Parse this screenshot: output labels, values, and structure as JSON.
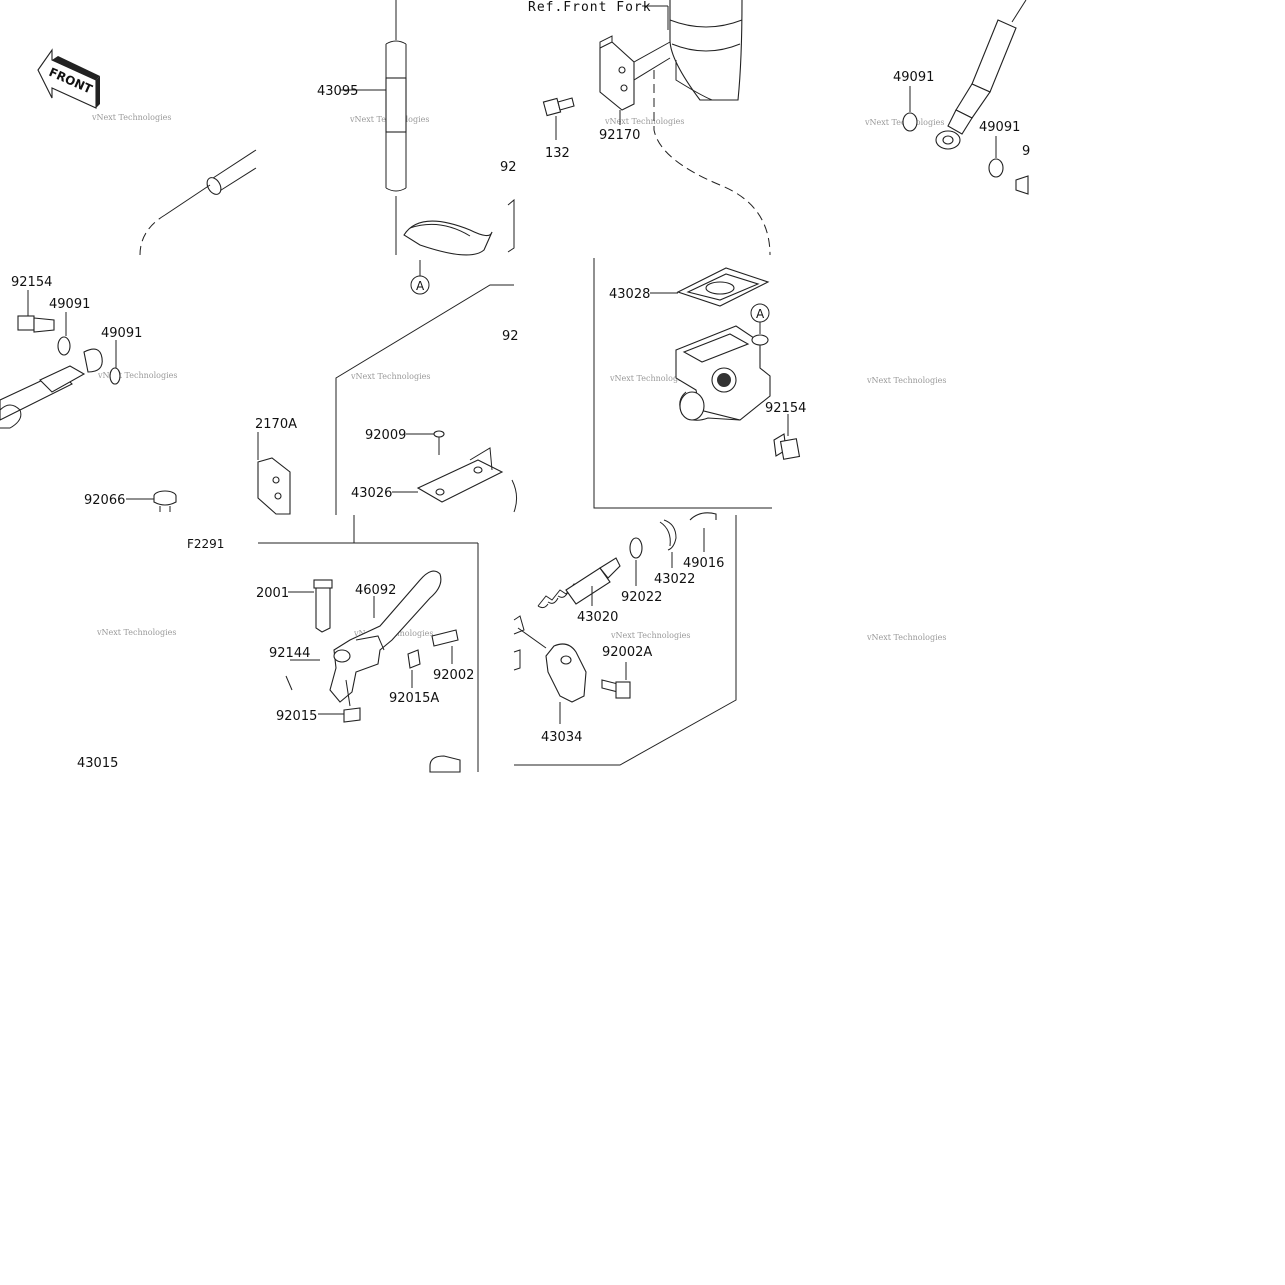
{
  "diagram": {
    "reference_text": "Ref.Front Fork",
    "figure_code": "F2291",
    "direction_badge": "FRONT",
    "callout_letter": "A",
    "watermark": "vNext Technologies",
    "part_numbers": {
      "p43095": "43095",
      "p132": "132",
      "p92170": "92170",
      "p92_a": "92",
      "p92_b": "92",
      "p49091_tr_a": "49091",
      "p49091_tr_b": "49091",
      "p9_partial": "9",
      "p92154_left": "92154",
      "p49091_left_a": "49091",
      "p49091_left_b": "49091",
      "p43028": "43028",
      "p92154_right": "92154",
      "p2170A": "2170A",
      "p92009": "92009",
      "p43026": "43026",
      "p92066": "92066",
      "p2001": "2001",
      "p46092": "46092",
      "p92144": "92144",
      "p92002": "92002",
      "p92015A": "92015A",
      "p92015": "92015",
      "p43015": "43015",
      "p43020": "43020",
      "p92022": "92022",
      "p43022": "43022",
      "p49016": "49016",
      "p92002A": "92002A",
      "p43034": "43034"
    }
  }
}
